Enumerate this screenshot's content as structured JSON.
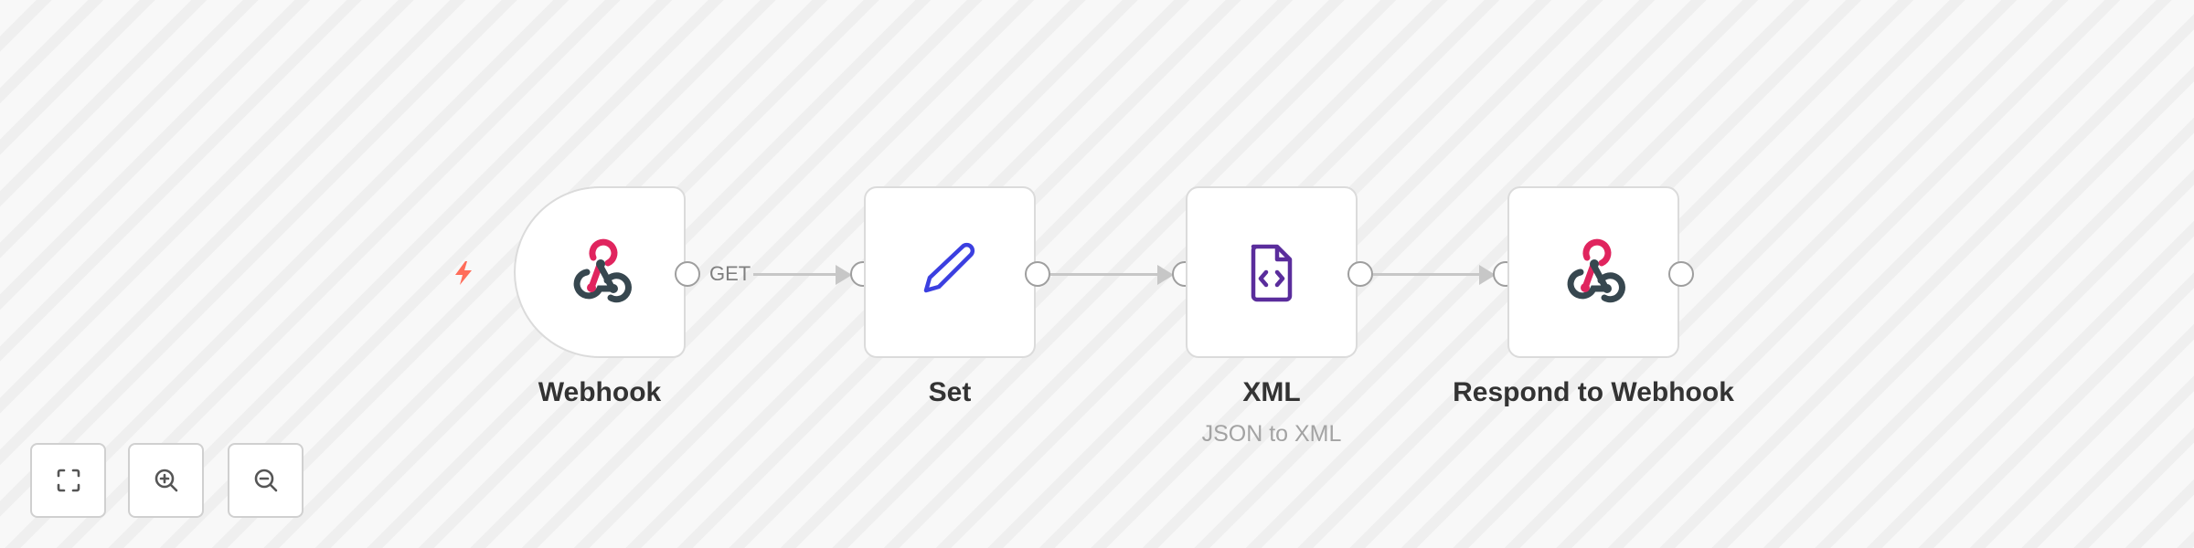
{
  "canvas": {
    "background": "#f7f7f7",
    "trigger_icon": "lightning-bolt-icon",
    "trigger_color": "#ff6d5a"
  },
  "nodes": [
    {
      "id": "webhook",
      "label": "Webhook",
      "subtitle": "",
      "icon": "webhook-icon",
      "type": "trigger"
    },
    {
      "id": "set",
      "label": "Set",
      "subtitle": "",
      "icon": "pencil-icon",
      "icon_color": "#3b3fe0"
    },
    {
      "id": "xml",
      "label": "XML",
      "subtitle": "JSON to XML",
      "icon": "file-code-icon",
      "icon_color": "#5a2d9c"
    },
    {
      "id": "respond",
      "label": "Respond to Webhook",
      "subtitle": "",
      "icon": "webhook-icon"
    }
  ],
  "edges": [
    {
      "from": "webhook",
      "to": "set",
      "label": "GET"
    },
    {
      "from": "set",
      "to": "xml",
      "label": ""
    },
    {
      "from": "xml",
      "to": "respond",
      "label": ""
    }
  ],
  "controls": [
    {
      "id": "fit",
      "icon": "fit-to-view-icon"
    },
    {
      "id": "zoom_in",
      "icon": "zoom-in-icon"
    },
    {
      "id": "zoom_out",
      "icon": "zoom-out-icon"
    }
  ],
  "colors": {
    "webhook_pink": "#e0245e",
    "webhook_dark": "#37474f",
    "edge": "#c7c7c7",
    "port_border": "#9e9e9e"
  }
}
